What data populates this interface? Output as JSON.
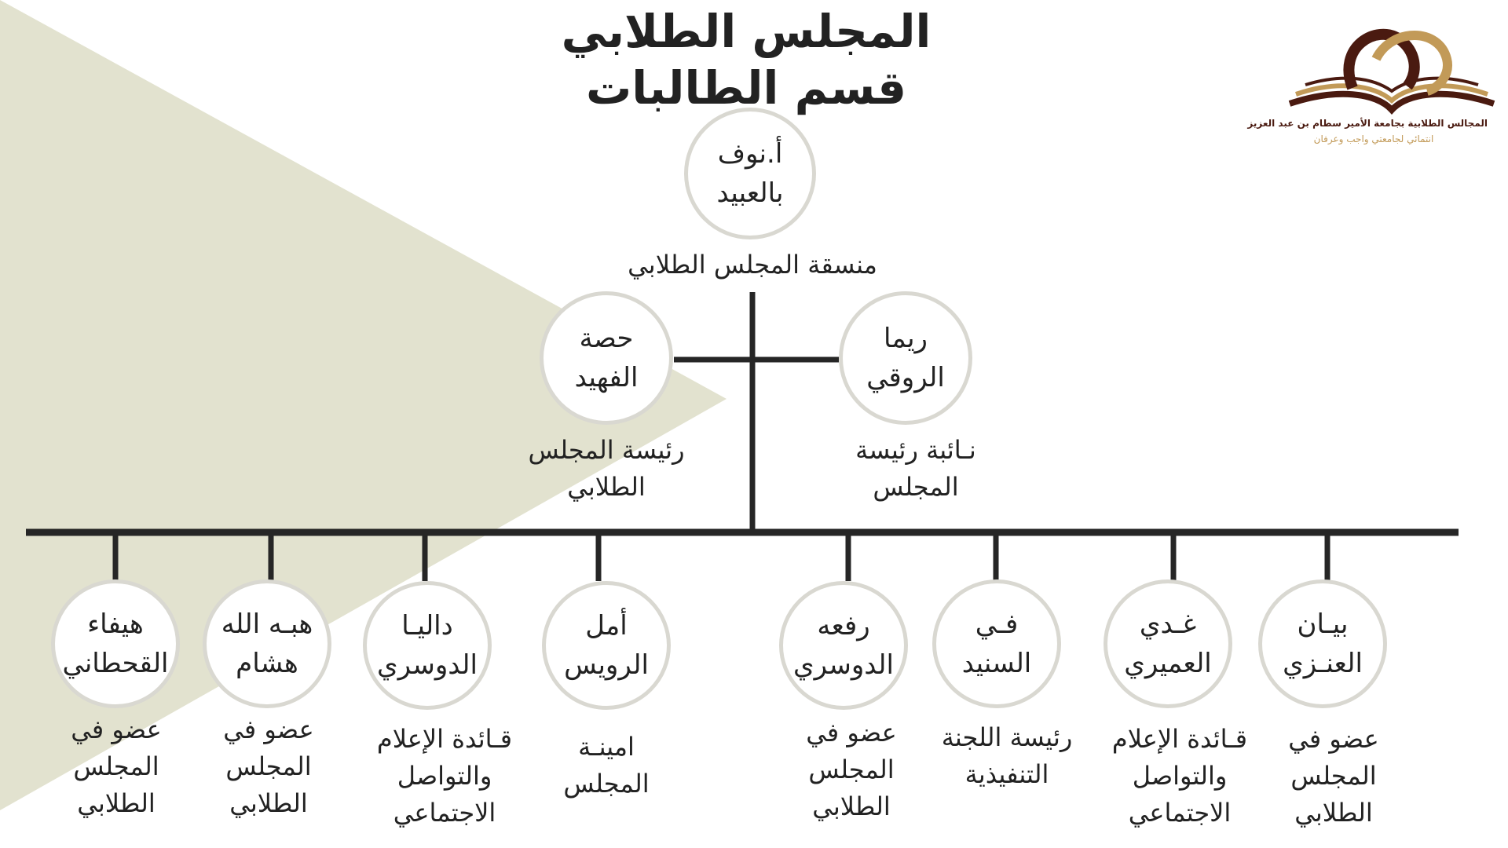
{
  "colors": {
    "triangle": "#e2e2cf",
    "lines": "#262626",
    "circle_border": "#d9d8d1",
    "logo_dark": "#4a1a10",
    "logo_gold": "#c29a58"
  },
  "header": {
    "title_line1": "المجلس الطلابي",
    "title_line2": "قسم الطالبات"
  },
  "coordinator": {
    "name_line1": "أ.نوف",
    "name_line2": "بالعبيد",
    "role": "منسقة المجلس الطلابي"
  },
  "leaders": [
    {
      "name_line1": "حصة",
      "name_line2": "الفهيد",
      "role_line1": "رئيسة المجلس",
      "role_line2": "الطلابي"
    },
    {
      "name_line1": "ريما",
      "name_line2": "الروقي",
      "role_line1": "نـائبة رئيسة",
      "role_line2": "المجلس"
    }
  ],
  "members": [
    {
      "name_line1": "هيفاء",
      "name_line2": "القحطاني",
      "role": [
        "عضو في",
        "المجلس",
        "الطلابي"
      ]
    },
    {
      "name_line1": "هبـه الله",
      "name_line2": "هشام",
      "role": [
        "عضو في",
        "المجلس",
        "الطلابي"
      ]
    },
    {
      "name_line1": "داليـا",
      "name_line2": "الدوسري",
      "role": [
        "قـائدة الإعلام",
        "والتواصل",
        "الاجتماعي"
      ]
    },
    {
      "name_line1": "أمل",
      "name_line2": "الرويس",
      "role": [
        "امينـة",
        "المجلس"
      ]
    },
    {
      "name_line1": "رفعه",
      "name_line2": "الدوسري",
      "role": [
        "عضو في",
        "المجلس",
        "الطلابي"
      ]
    },
    {
      "name_line1": "فـي",
      "name_line2": "السنيد",
      "role": [
        "رئيسة اللجنة",
        "التنفيذية"
      ]
    },
    {
      "name_line1": "غـدي",
      "name_line2": "العميري",
      "role": [
        "قـائدة الإعلام",
        "والتواصل",
        "الاجتماعي"
      ]
    },
    {
      "name_line1": "بيـان",
      "name_line2": "العنـزي",
      "role": [
        "عضو في",
        "المجلس",
        "الطلابي"
      ]
    }
  ],
  "logo": {
    "line1": "المجالس الطلابية بجامعة الأمير سطام بن عبد العزيز",
    "line2": "انتمائي لجامعتي واجب وعرفان"
  }
}
